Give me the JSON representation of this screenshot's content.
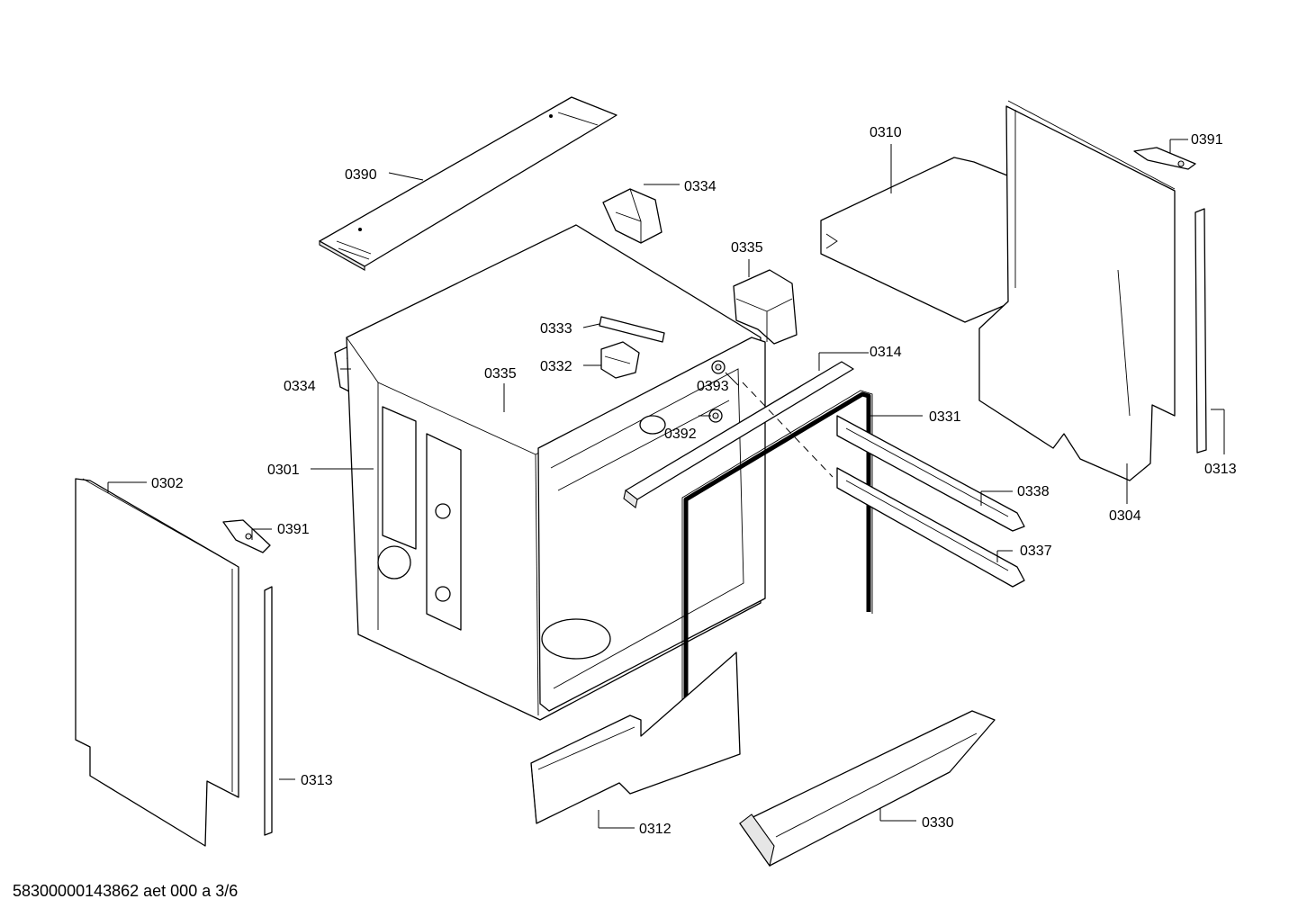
{
  "labels": {
    "p0390": "0390",
    "p0334a": "0334",
    "p0334b": "0334",
    "p0335a": "0335",
    "p0335b": "0335",
    "p0333": "0333",
    "p0332": "0332",
    "p0393": "0393",
    "p0392": "0392",
    "p0314": "0314",
    "p0331": "0331",
    "p0310": "0310",
    "p0391a": "0391",
    "p0391b": "0391",
    "p0313a": "0313",
    "p0313b": "0313",
    "p0304": "0304",
    "p0301": "0301",
    "p0302": "0302",
    "p0338": "0338",
    "p0337": "0337",
    "p0312": "0312",
    "p0330": "0330"
  },
  "footer": "58300000143862 aet 000 a 3/6"
}
